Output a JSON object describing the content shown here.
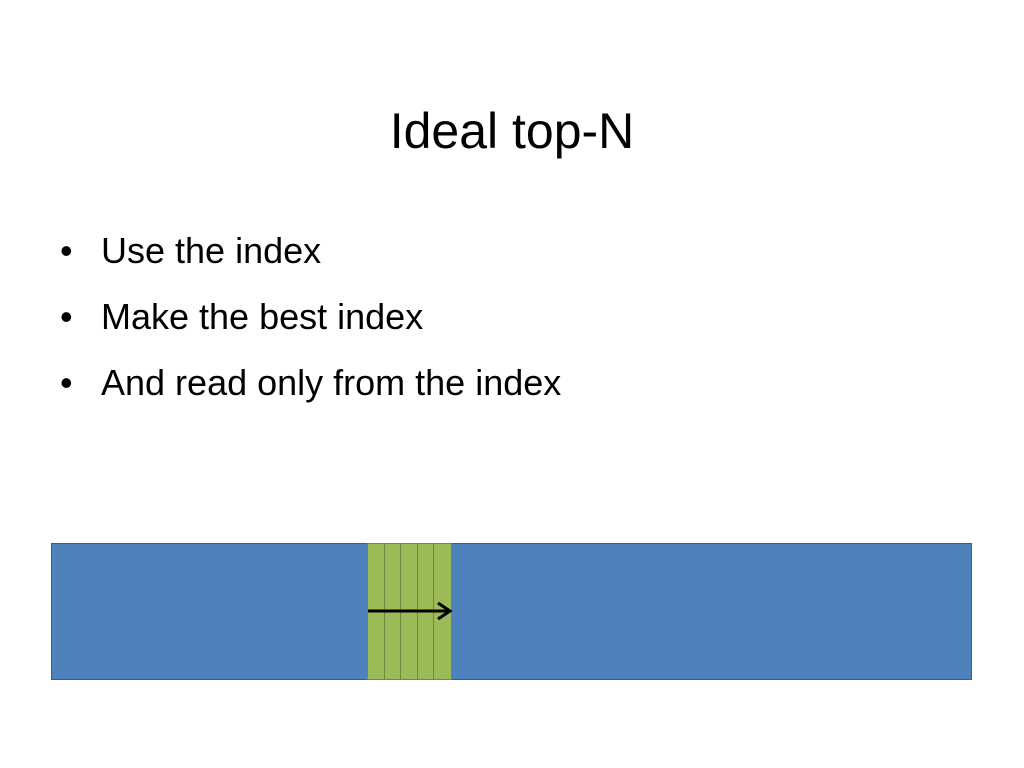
{
  "slide": {
    "title": "Ideal top-N",
    "bullet_glyph": "•",
    "bullets": [
      "Use the index",
      "Make the best index",
      "And read only from the index"
    ]
  },
  "diagram": {
    "table_color": "#4f81bd",
    "index_color": "#9bbb59",
    "arrow_color": "#000000",
    "index_segments": 5
  }
}
